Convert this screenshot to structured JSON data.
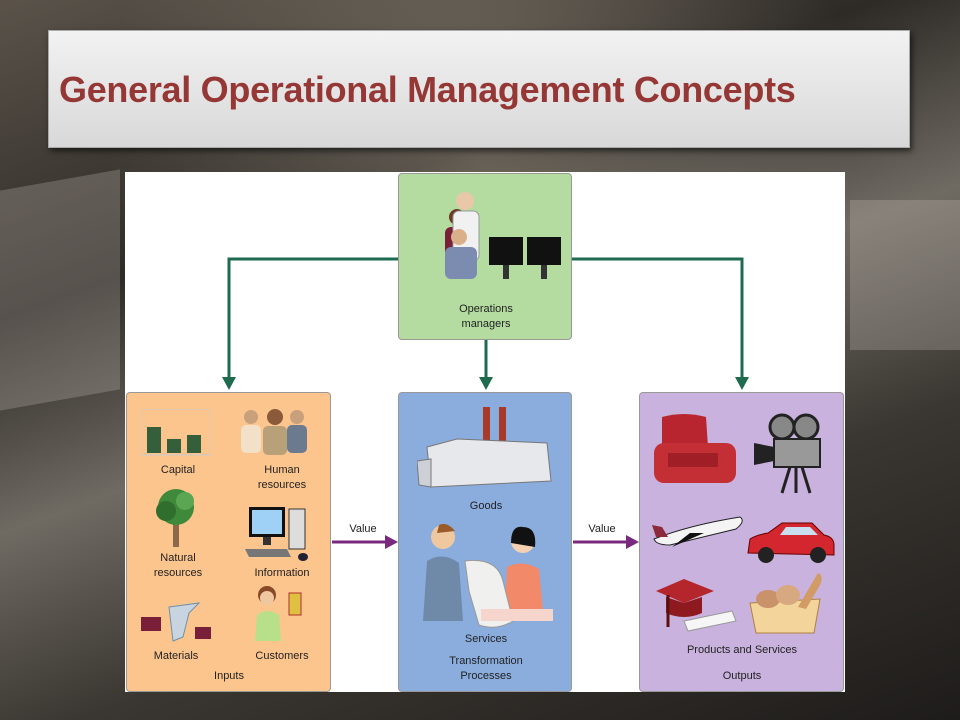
{
  "slide": {
    "title": "General Operational Management Concepts"
  },
  "diagram": {
    "managers": {
      "label_line1": "Operations",
      "label_line2": "managers"
    },
    "inputs": {
      "title": "Inputs",
      "items": {
        "capital": "Capital",
        "human_l1": "Human",
        "human_l2": "resources",
        "natural_l1": "Natural",
        "natural_l2": "resources",
        "information": "Information",
        "materials": "Materials",
        "customers": "Customers"
      }
    },
    "transformation": {
      "goods": "Goods",
      "services": "Services",
      "title_l1": "Transformation",
      "title_l2": "Processes"
    },
    "outputs": {
      "products": "Products and Services",
      "title": "Outputs"
    },
    "arrows": {
      "value_left": "Value",
      "value_right": "Value"
    },
    "colors": {
      "managers": "#b4dca0",
      "inputs": "#fcc58e",
      "transformation": "#8badde",
      "outputs": "#c9b2dd",
      "green_arrow": "#1f6b50",
      "purple_arrow": "#7a2a7e",
      "title": "#953735"
    }
  }
}
